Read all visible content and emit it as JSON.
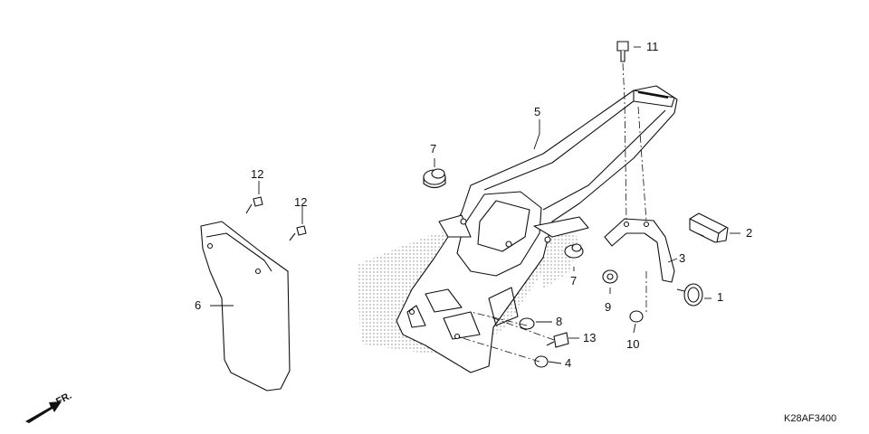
{
  "callouts": {
    "c1": "1",
    "c2": "2",
    "c3": "3",
    "c4": "4",
    "c5": "5",
    "c6": "6",
    "c7a": "7",
    "c7b": "7",
    "c8": "8",
    "c9": "9",
    "c10": "10",
    "c11": "11",
    "c12a": "12",
    "c12b": "12",
    "c13": "13"
  },
  "diagram_code": "K28AF3400",
  "direction_label": "FR."
}
